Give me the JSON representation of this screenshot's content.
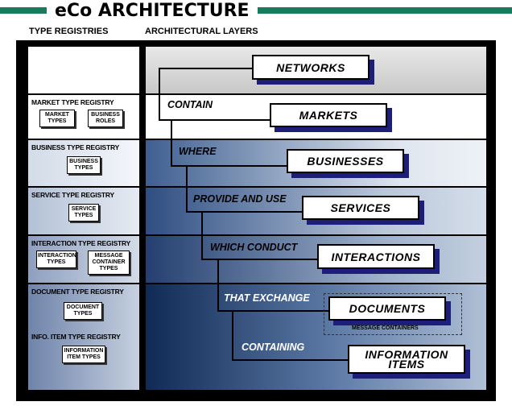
{
  "title": "eCo ARCHITECTURE",
  "headers": {
    "left": "TYPE REGISTRIES",
    "right": "ARCHITECTURAL LAYERS"
  },
  "registries": {
    "market": {
      "title": "MARKET TYPE REGISTRY",
      "items": [
        "MARKET TYPES",
        "BUSINESS ROLES"
      ]
    },
    "business": {
      "title": "BUSINESS TYPE REGISTRY",
      "items": [
        "BUSINESS TYPES"
      ]
    },
    "service": {
      "title": "SERVICE TYPE REGISTRY",
      "items": [
        "SERVICE TYPES"
      ]
    },
    "interaction": {
      "title": "INTERACTION TYPE REGISTRY",
      "items": [
        "INTERACTION TYPES",
        "MESSAGE CONTAINER TYPES"
      ]
    },
    "document": {
      "title": "DOCUMENT TYPE REGISTRY",
      "items": [
        "DOCUMENT TYPES"
      ]
    },
    "info_item": {
      "title": "INFO. ITEM TYPE REGISTRY",
      "items": [
        "INFORMATION ITEM TYPES"
      ]
    }
  },
  "layers": {
    "networks": "NETWORKS",
    "markets": "MARKETS",
    "businesses": "BUSINESSES",
    "services": "SERVICES",
    "interactions": "INTERACTIONS",
    "documents": "DOCUMENTS",
    "information_items": "INFORMATION ITEMS"
  },
  "verbs": {
    "contain": "CONTAIN",
    "where": "WHERE",
    "provide_and_use": "PROVIDE AND USE",
    "which_conduct": "WHICH CONDUCT",
    "that_exchange": "THAT EXCHANGE",
    "containing": "CONTAINING"
  },
  "message_containers_label": "MESSAGE CONTAINERS",
  "colors": {
    "title_bar": "#1a7a5c",
    "frame": "#000000",
    "shadow": "#1c1e78",
    "gradient_dark": "#0f2a55"
  }
}
